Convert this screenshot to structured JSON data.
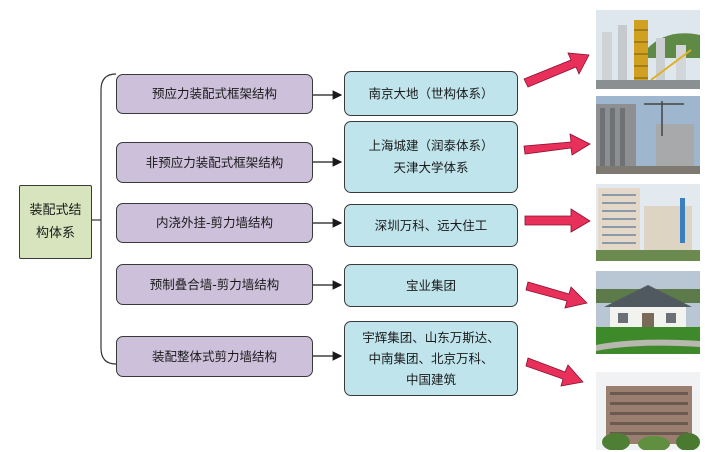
{
  "root": {
    "line1": "装配式结",
    "line2": "构体系"
  },
  "rows": [
    {
      "type": "预应力装配式框架结构",
      "companies": [
        "南京大地（世构体系）"
      ]
    },
    {
      "type": "非预应力装配式框架结构",
      "companies": [
        "上海城建（润泰体系）",
        "天津大学体系"
      ]
    },
    {
      "type": "内浇外挂-剪力墙结构",
      "companies": [
        "深圳万科、远大住工"
      ]
    },
    {
      "type": "预制叠合墙-剪力墙结构",
      "companies": [
        "宝业集团"
      ]
    },
    {
      "type": "装配整体式剪力墙结构",
      "companies": [
        "宇辉集团、山东万斯达、",
        "中南集团、北京万科、",
        "中国建筑"
      ]
    }
  ],
  "colors": {
    "root_fill": "#d7e4bd",
    "type_fill": "#ccc0da",
    "company_fill": "#bfe4ec",
    "arrow_fill": "#e8305a"
  }
}
